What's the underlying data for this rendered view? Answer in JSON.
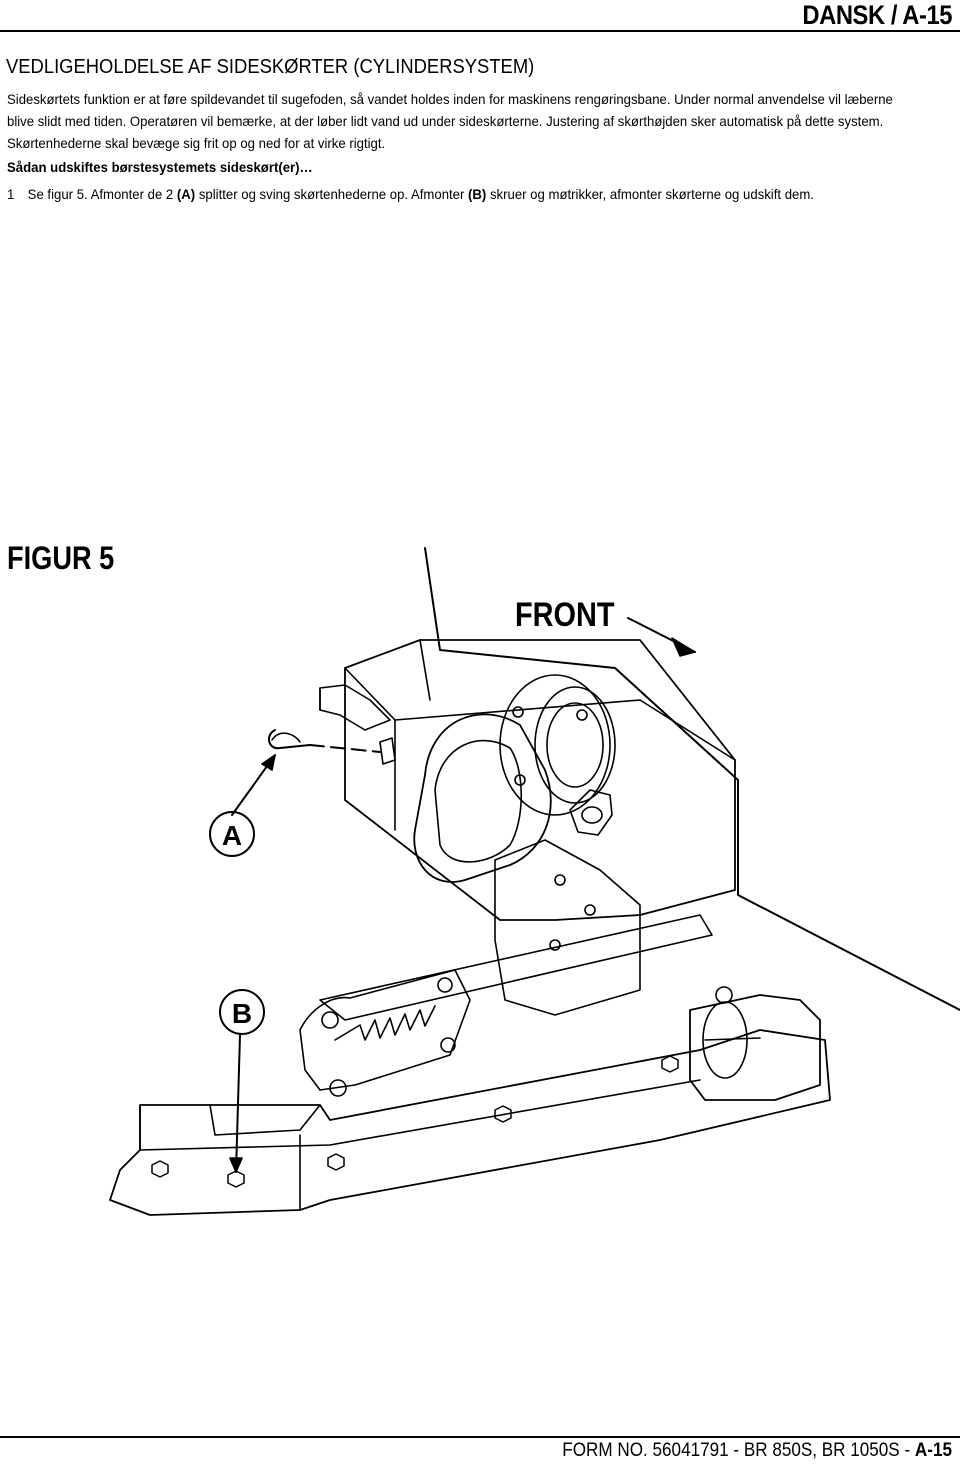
{
  "header": {
    "label": "DANSK / A-15"
  },
  "section": {
    "title": "VEDLIGEHOLDELSE AF SIDESKØRTER (CYLINDERSYSTEM)",
    "lines": [
      "Sideskørtets funktion er at føre spildevandet til sugefoden, så vandet holdes inden for maskinens rengøringsbane.  Under normal anvendelse vil læberne",
      "blive slidt med tiden.  Operatøren vil bemærke, at der løber lidt vand ud under sideskørterne.  Justering af skørthøjden sker automatisk på dette system.",
      "Skørtenhederne skal bevæge sig frit op og ned for at virke rigtigt."
    ],
    "subheading": "Sådan udskiftes børstesystemets sideskørt(er)…",
    "step": {
      "number": "1",
      "text_1": "Se figur 5. Afmonter de 2 ",
      "bold_1": "(A)",
      "text_2": " splitter og sving skørtenhederne op.  Afmonter ",
      "bold_2": "(B)",
      "text_3": " skruer og møtrikker, afmonter skørterne og udskift dem."
    }
  },
  "figure": {
    "title": "FIGUR 5",
    "front_label": "FRONT",
    "callout_a": "A",
    "callout_b": "B"
  },
  "footer": {
    "prefix": "FORM NO. 56041791 - BR 850S, BR 1050S - ",
    "page": "A-15"
  }
}
